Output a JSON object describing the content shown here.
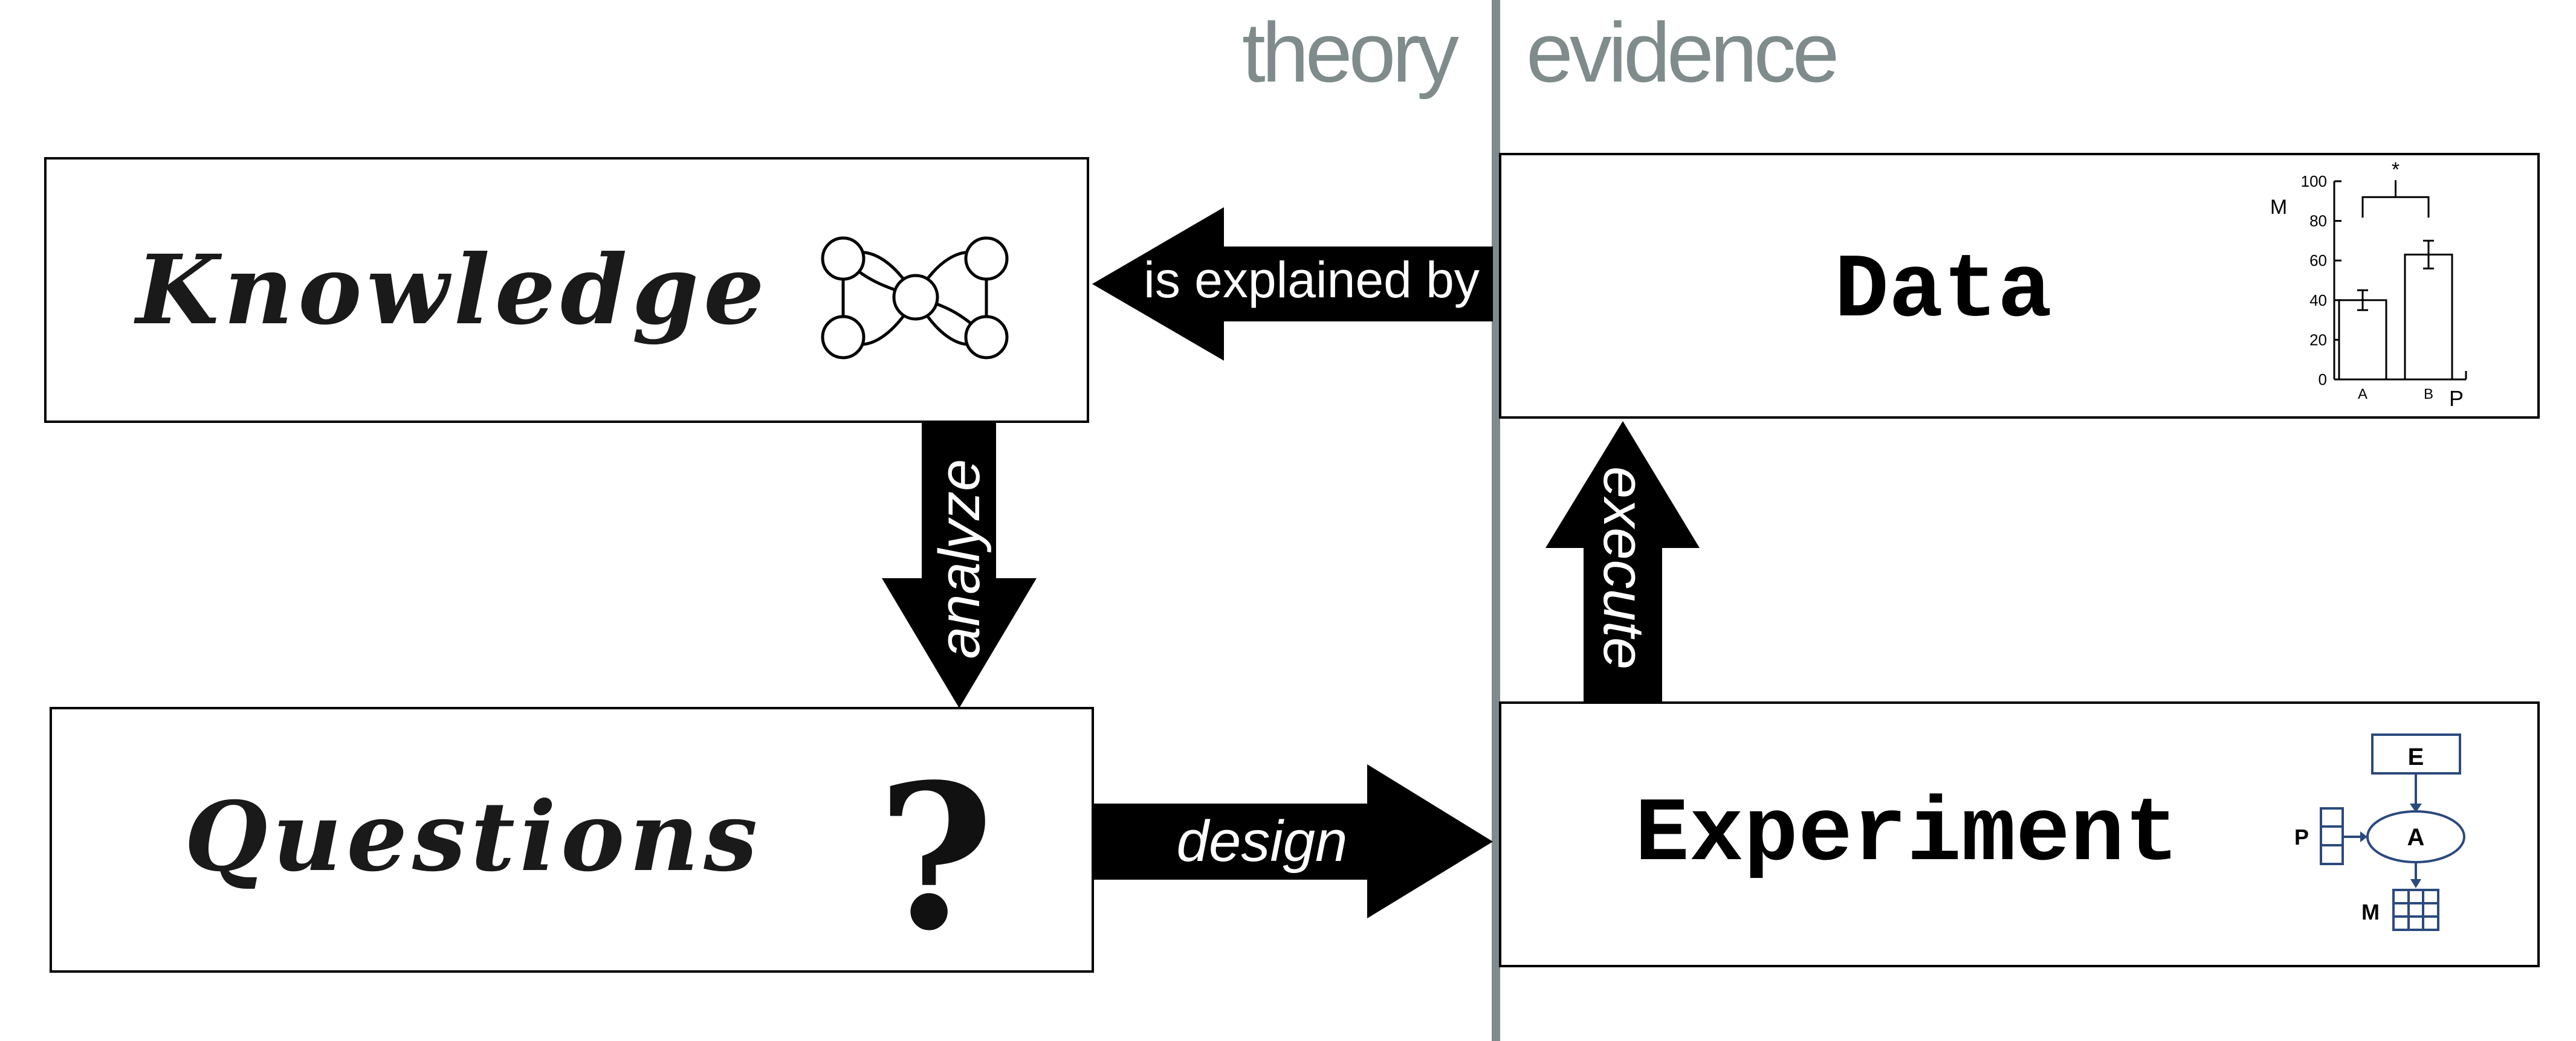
{
  "headers": {
    "theory": "theory",
    "evidence": "evidence"
  },
  "boxes": {
    "knowledge": "Knowledge",
    "questions": "Questions",
    "data": "Data",
    "experiment": "Experiment"
  },
  "arrows": {
    "explained": "is explained by",
    "analyze": "analyze",
    "design": "design",
    "execute": "execute"
  },
  "question_mark": "?",
  "mini_chart": {
    "type": "bar",
    "categories": [
      "A",
      "B"
    ],
    "values": [
      40,
      63
    ],
    "errors": [
      5,
      7
    ],
    "ylim": [
      0,
      100
    ],
    "yticks": [
      "0",
      "20",
      "40",
      "60",
      "80",
      "100"
    ],
    "ylabel": "M",
    "xlabel": "P",
    "significance": "*"
  },
  "model": {
    "e": "E",
    "a": "A",
    "p": "P",
    "m": "M"
  },
  "colors": {
    "divider": "#7f8c8b",
    "model_stroke": "#2b4a7e"
  }
}
